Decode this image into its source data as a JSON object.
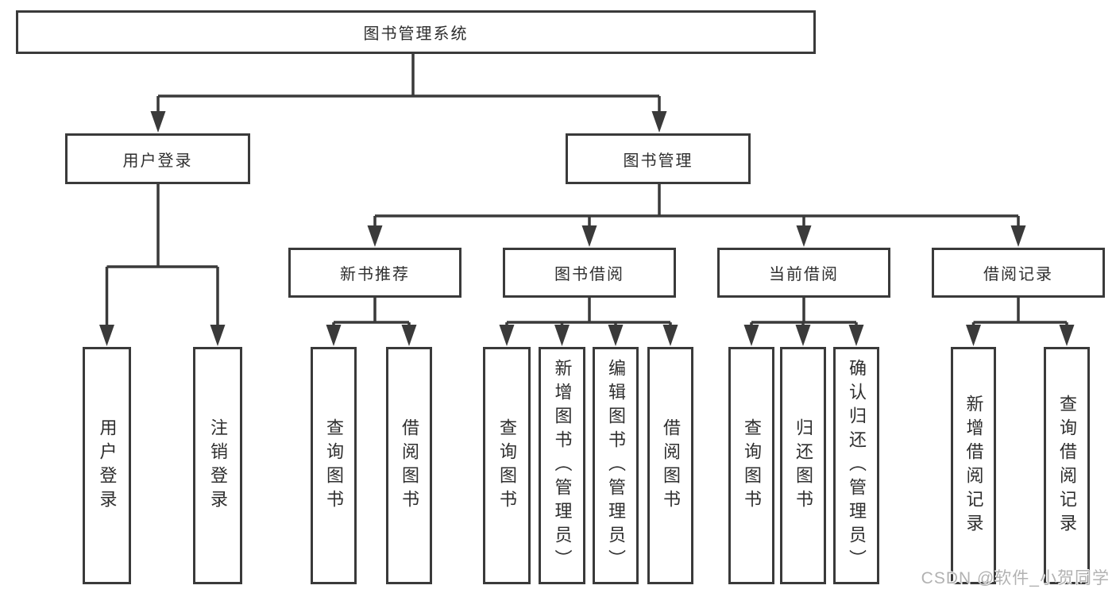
{
  "diagram": {
    "root": "图书管理系统",
    "branches": [
      {
        "label": "用户登录",
        "leaves": [
          "用户登录",
          "注销登录"
        ]
      },
      {
        "label": "图书管理",
        "groups": [
          {
            "label": "新书推荐",
            "leaves": [
              "查询图书",
              "借阅图书"
            ]
          },
          {
            "label": "图书借阅",
            "leaves": [
              "查询图书",
              "新增图书（管理员）",
              "编辑图书（管理员）",
              "借阅图书"
            ]
          },
          {
            "label": "当前借阅",
            "leaves": [
              "查询图书",
              "归还图书",
              "确认归还（管理员）"
            ]
          },
          {
            "label": "借阅记录",
            "leaves": [
              "新增借阅记录",
              "查询借阅记录"
            ]
          }
        ]
      }
    ]
  },
  "colors": {
    "line": "#3a3a3a",
    "box_border": "#3a3a3a",
    "text": "#2e2e2e",
    "watermark": "#b2b2b2",
    "background": "#ffffff"
  },
  "watermark": {
    "text": "CSDN @软件_小贺同学"
  }
}
